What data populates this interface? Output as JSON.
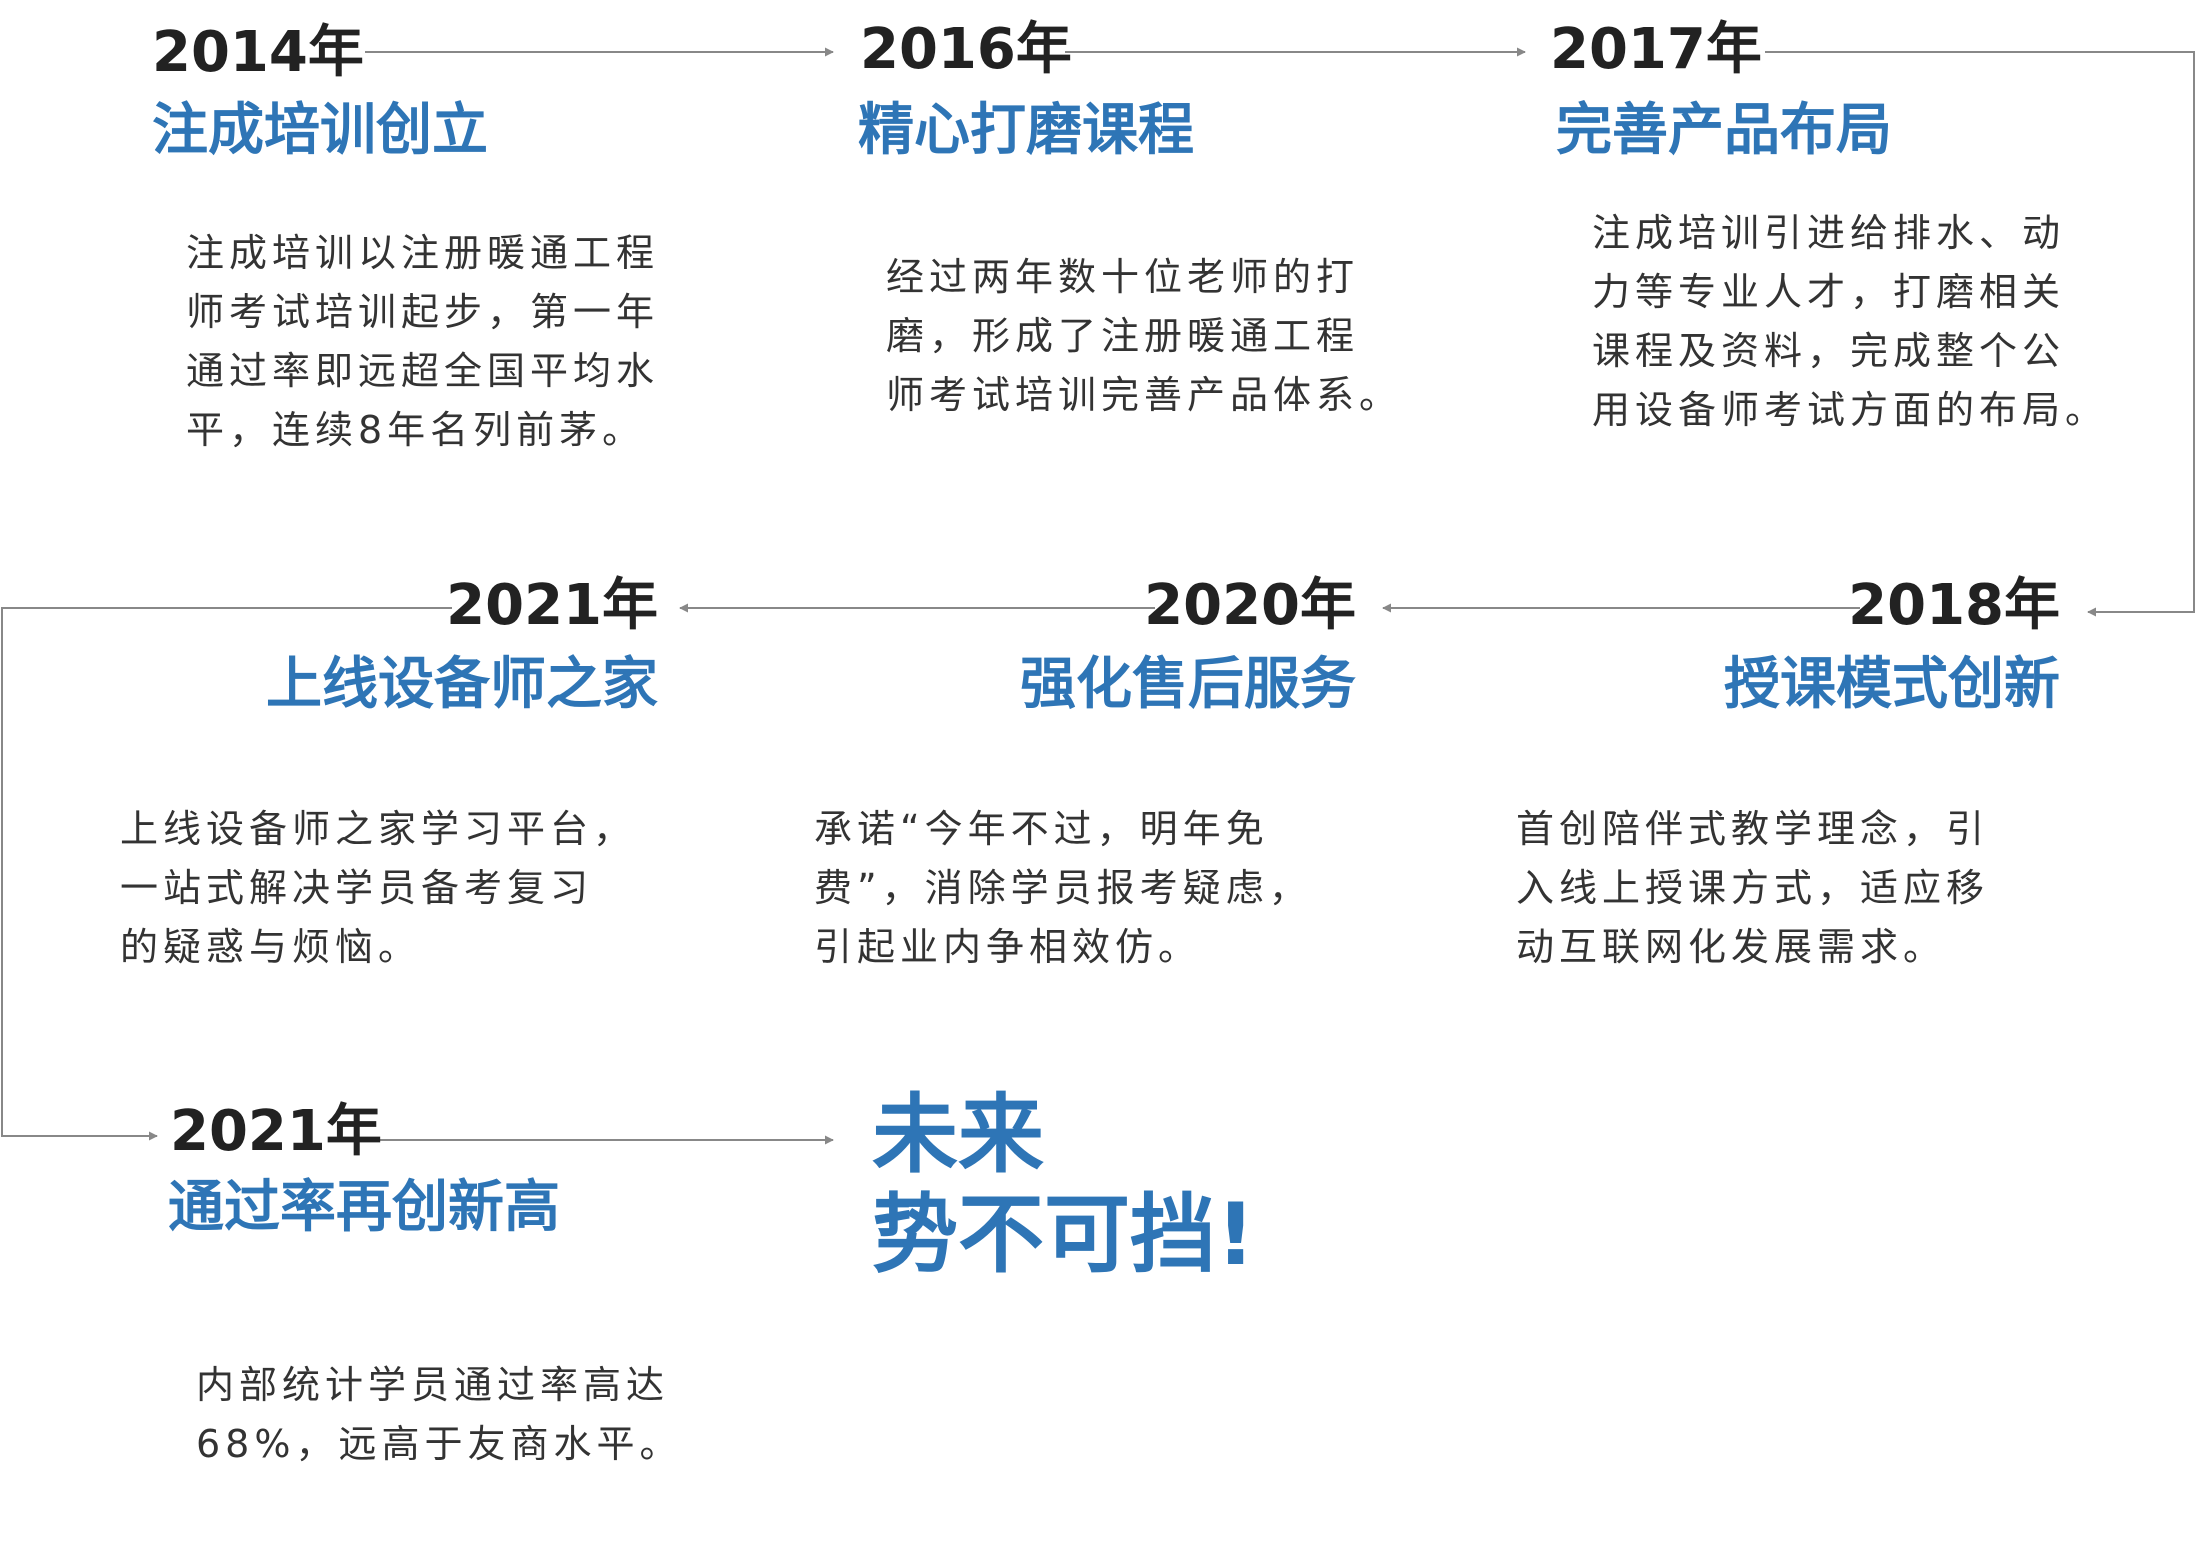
{
  "milestones": [
    {
      "year": "2014年",
      "title": "注成培训创立",
      "lines": [
        "注成培训以注册暖通工程",
        "师考试培训起步，第一年",
        "通过率即远超全国平均水",
        "平，连续8年名列前茅。"
      ]
    },
    {
      "year": "2016年",
      "title": "精心打磨课程",
      "lines": [
        "经过两年数十位老师的打",
        "磨，形成了注册暖通工程",
        "师考试培训完善产品体系。"
      ]
    },
    {
      "year": "2017年",
      "title": "完善产品布局",
      "lines": [
        "注成培训引进给排水、动",
        "力等专业人才，打磨相关",
        "课程及资料，完成整个公",
        "用设备师考试方面的布局。"
      ]
    },
    {
      "year": "2018年",
      "title": "授课模式创新",
      "lines": [
        "首创陪伴式教学理念，引",
        "入线上授课方式，适应移",
        "动互联网化发展需求。"
      ]
    },
    {
      "year": "2020年",
      "title": "强化售后服务",
      "lines": [
        "承诺“今年不过，明年免",
        "费”，消除学员报考疑虑，",
        "引起业内争相效仿。"
      ]
    },
    {
      "year": "2021年",
      "title": "上线设备师之家",
      "lines": [
        "上线设备师之家学习平台，",
        "一站式解决学员备考复习",
        "的疑惑与烦恼。"
      ]
    },
    {
      "year": "2021年",
      "title": "通过率再创新高",
      "lines": [
        "内部统计学员通过率高达",
        "68%，远高于友商水平。"
      ]
    }
  ],
  "future": {
    "line1": "未来",
    "line2": "势不可挡!"
  },
  "colors": {
    "accent": "#2e75b6",
    "year": "#222222",
    "text": "#333333",
    "line": "#888888"
  }
}
